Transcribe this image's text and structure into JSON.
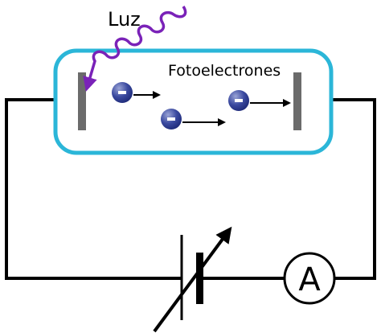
{
  "labels": {
    "light": "Luz",
    "photoelectrons": "Fotoelectrones",
    "ammeter": "A",
    "electron_sign": "-"
  },
  "colors": {
    "tube_border": "#2bb6d8",
    "tube_fill": "#ffffff",
    "electrode": "#6b6b6b",
    "wire": "#000000",
    "light_wave": "#7a22b8",
    "electron_light": "#9aa4d6",
    "electron_dark": "#1e2a78"
  },
  "icons": {
    "electron": "electron-icon",
    "battery": "variable-battery-icon",
    "ammeter": "ammeter-icon"
  }
}
